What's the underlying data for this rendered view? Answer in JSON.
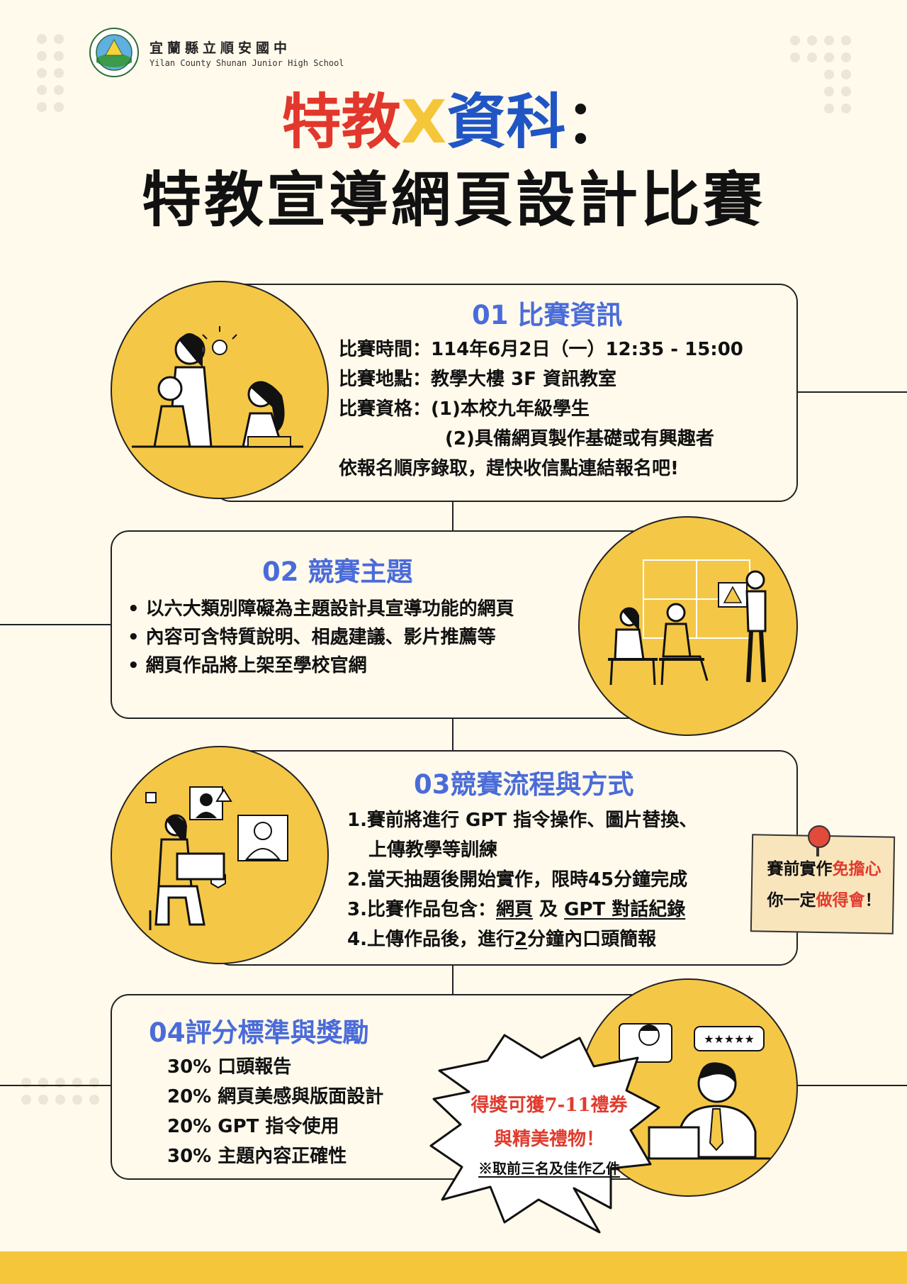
{
  "school": {
    "name_zh": "宜蘭縣立順安國中",
    "name_en": "Yilan County Shunan Junior High School"
  },
  "title": {
    "part_red": "特教",
    "part_x": "X",
    "part_blue": "資科",
    "part_colon": "：",
    "line2": "特教宣導網頁設計比賽"
  },
  "sections": {
    "s1": {
      "heading": "01 比賽資訊",
      "time": "比賽時間：114年6月2日（一）12:35 - 15:00",
      "place": "比賽地點：教學大樓  3F  資訊教室",
      "qual1": "比賽資格：(1)本校九年級學生",
      "qual2": "(2)具備網頁製作基礎或有興趣者",
      "note": "依報名順序錄取，趕快收信點連結報名吧!"
    },
    "s2": {
      "heading": "02 競賽主題",
      "bullets": [
        "• 以六大類別障礙為主題設計具宣導功能的網頁",
        "• 內容可含特質說明、相處建議、影片推薦等",
        "• 網頁作品將上架至學校官網"
      ]
    },
    "s3": {
      "heading": "03競賽流程與方式",
      "step1a": "1.賽前將進行  GPT  指令操作、圖片替換、",
      "step1b": "上傳教學等訓練",
      "step2": "2.當天抽題後開始實作，限時45分鐘完成",
      "step3_pre": "3.比賽作品包含：",
      "step3_web": "網頁",
      "step3_and": " 及 ",
      "step3_gpt": "GPT  對話紀錄",
      "step4_pre": "4.上傳作品後，進行",
      "step4_num": "2",
      "step4_post": "分鐘內口頭簡報"
    },
    "s4": {
      "heading": "04評分標準與獎勵",
      "criteria": [
        "30%  口頭報告",
        "20%  網頁美感與版面設計",
        "20%  GPT  指令使用",
        "30%  主題內容正確性"
      ]
    }
  },
  "sticky_note": {
    "line1_pre": "賽前實作",
    "line1_red": "免擔心",
    "line2_pre": "你一定",
    "line2_red": "做得會",
    "line2_post": "！"
  },
  "prize": {
    "line1": "得獎可獲7-11禮券",
    "line2": "與精美禮物！",
    "line3": "※取前三名及佳作乙件"
  },
  "colors": {
    "yellow": "#f5c746",
    "blue_heading": "#4a6bd9",
    "red": "#e2372c",
    "title_blue": "#2055c4",
    "background": "#fffaec"
  }
}
